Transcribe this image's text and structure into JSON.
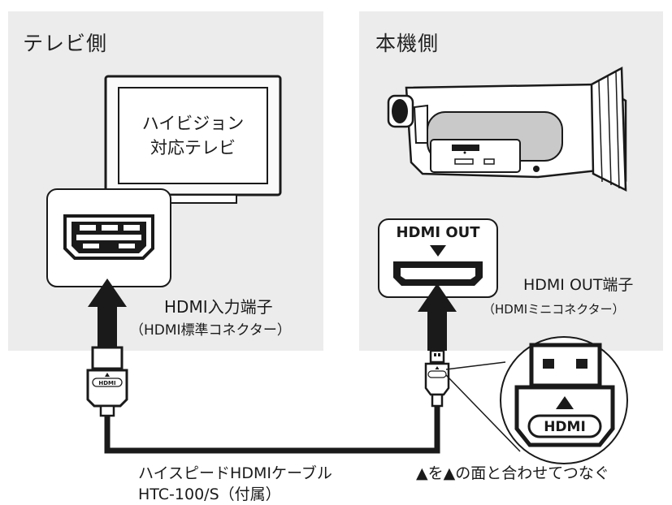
{
  "tv_side": {
    "heading": "テレビ側",
    "screen_line1": "ハイビジョン",
    "screen_line2": "対応テレビ",
    "terminal_name": "HDMI入力端子",
    "terminal_connector": "（HDMI標準コネクター）"
  },
  "camera_side": {
    "heading": "本機側",
    "port_label": "HDMI OUT",
    "terminal_name": "HDMI OUT端子",
    "terminal_connector": "（HDMIミニコネクター）"
  },
  "cable": {
    "name": "ハイスピードHDMIケーブル",
    "model": "HTC-100/S（付属）",
    "plug_logo": "HDMI"
  },
  "instruction": "▲を▲の面と合わせてつなぐ",
  "colors": {
    "panel": "#ececec",
    "ink": "#1a1a1a"
  }
}
